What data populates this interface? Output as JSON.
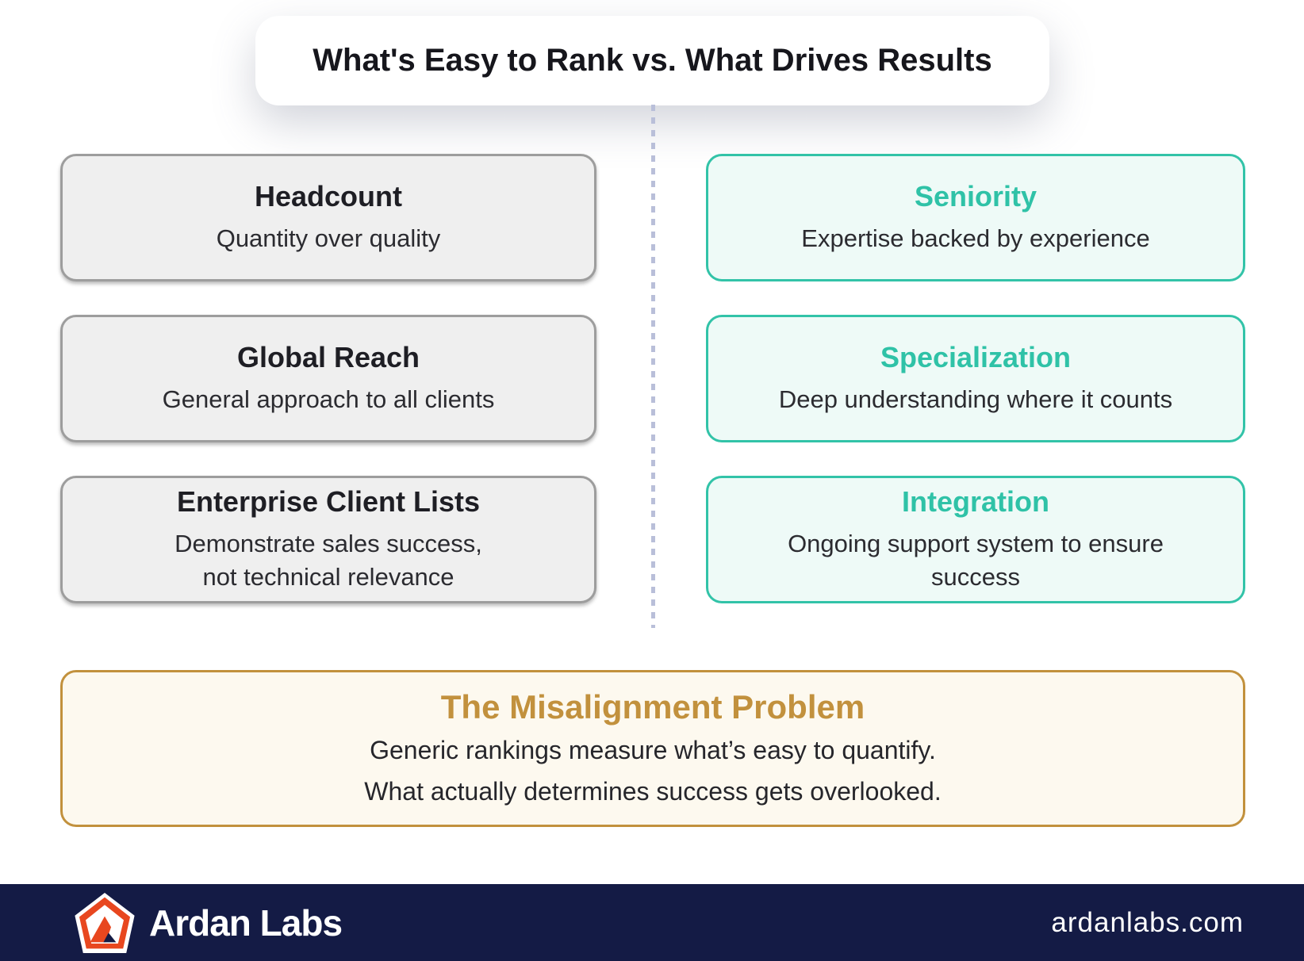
{
  "title": "What's Easy to Rank vs. What Drives Results",
  "left_column": {
    "cards": [
      {
        "heading": "Headcount",
        "body": "Quantity over quality"
      },
      {
        "heading": "Global Reach",
        "body": "General approach to all clients"
      },
      {
        "heading": "Enterprise Client Lists",
        "body": "Demonstrate sales success,\nnot technical relevance"
      }
    ]
  },
  "right_column": {
    "cards": [
      {
        "heading": "Seniority",
        "body": "Expertise backed by experience"
      },
      {
        "heading": "Specialization",
        "body": "Deep understanding where it counts"
      },
      {
        "heading": "Integration",
        "body": "Ongoing support system to ensure\nsuccess"
      }
    ]
  },
  "bottom_box": {
    "heading": "The Misalignment Problem",
    "line1": "Generic rankings measure what’s easy to quantify.",
    "line2": "What actually determines success gets overlooked."
  },
  "footer": {
    "brand": "Ardan Labs",
    "website": "ardanlabs.com",
    "logo_icon": "ardan-labs-pentagon-badge"
  },
  "colors": {
    "teal_accent": "#2fc2a7",
    "mint_card_bg": "#eefaf7",
    "gray_card_bg": "#efefef",
    "gray_card_border": "#9d9d9d",
    "gold_accent": "#c2913d",
    "cream_box_bg": "#fdf9ef",
    "footer_navy": "#141b45",
    "divider_dash": "#b9bfd9",
    "logo_orange": "#e8471f",
    "text_dark": "#26262b"
  }
}
